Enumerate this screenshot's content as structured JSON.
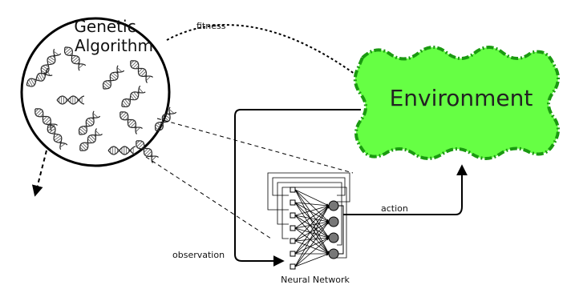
{
  "genetic_algorithm": {
    "title_line1": "Genetic",
    "title_line2": "Algorithm"
  },
  "environment": {
    "label": "Environment",
    "fill_color": "#66ff44",
    "border_color": "#1a9a10"
  },
  "neural_network": {
    "label": "Neural Network",
    "input_count": 7,
    "output_count": 4,
    "neuron_color": "#777777"
  },
  "edges": {
    "fitness": "fitness",
    "action": "action",
    "observation": "observation"
  },
  "icons": {
    "dna": "dna-helix-icon",
    "input_node": "input-square-icon",
    "output_node": "output-neuron-icon"
  }
}
